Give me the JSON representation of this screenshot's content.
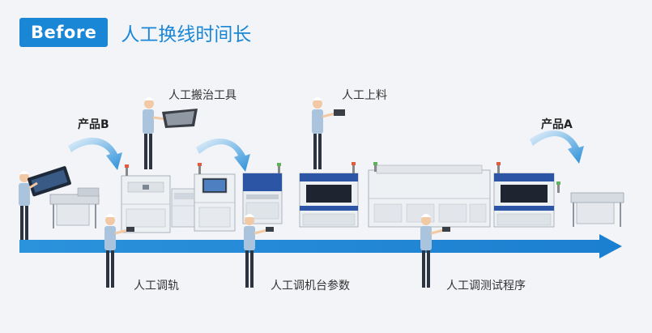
{
  "header": {
    "badge": "Before",
    "title": "人工换线时间长"
  },
  "labels": {
    "carry_fixture": "人工搬治工具",
    "load_material": "人工上料",
    "adjust_rail": "人工调轨",
    "adjust_params": "人工调机台参数",
    "adjust_program": "人工调测试程序"
  },
  "products": {
    "b": "产品B",
    "a": "产品A"
  },
  "colors": {
    "accent": "#1a86d6",
    "arrow": "#2a8fd8",
    "machine_blue": "#2d55a6",
    "background": "#f2f4f7"
  }
}
